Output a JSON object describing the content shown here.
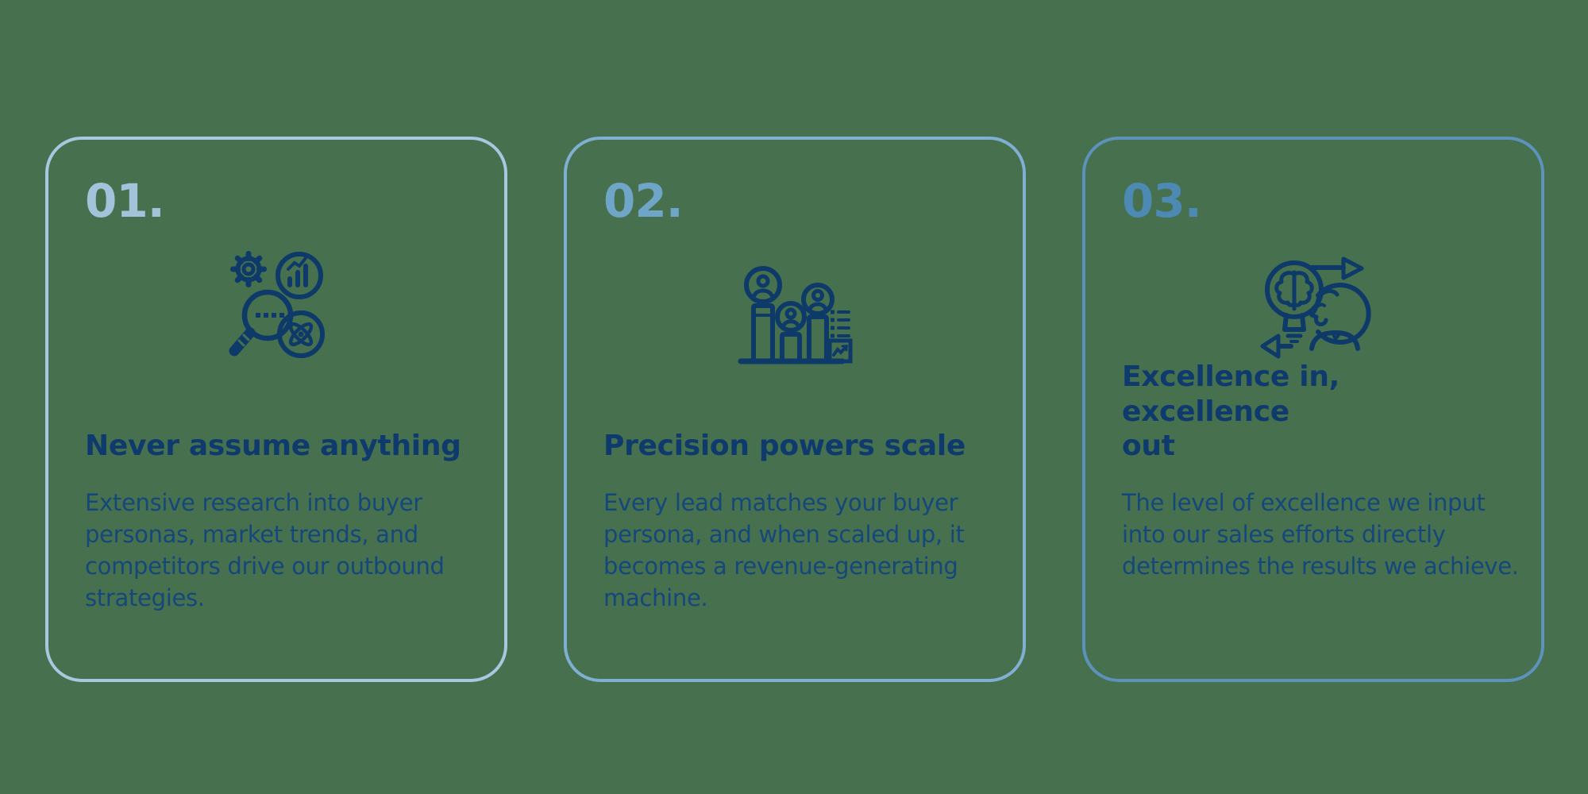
{
  "colors": {
    "background": "#47704E",
    "icon_color": "#0E3A6A",
    "heading_color": "#0E3A6D",
    "body_color": "#14477C"
  },
  "cards": [
    {
      "number": "01.",
      "number_color": "#A2C3DA",
      "border_color": "#A6C8E1",
      "icon": "research-analysis-icon",
      "title": "Never assume anything",
      "body": "Extensive research into buyer\npersonas, market trends, and\ncompetitors drive our outbound\nstrategies."
    },
    {
      "number": "02.",
      "number_color": "#6FA5C7",
      "border_color": "#7FB0D2",
      "icon": "audience-bars-icon",
      "title": "Precision powers scale",
      "body": "Every lead matches your buyer\npersona, and when scaled up, it\nbecomes a revenue-generating\nmachine."
    },
    {
      "number": "03.",
      "number_color": "#4C8AB4",
      "border_color": "#5C92BC",
      "icon": "brain-bulb-icon",
      "title": "Excellence in, excellence\nout",
      "body": "The level of excellence we input\ninto our sales efforts directly\ndetermines the results we achieve."
    }
  ]
}
